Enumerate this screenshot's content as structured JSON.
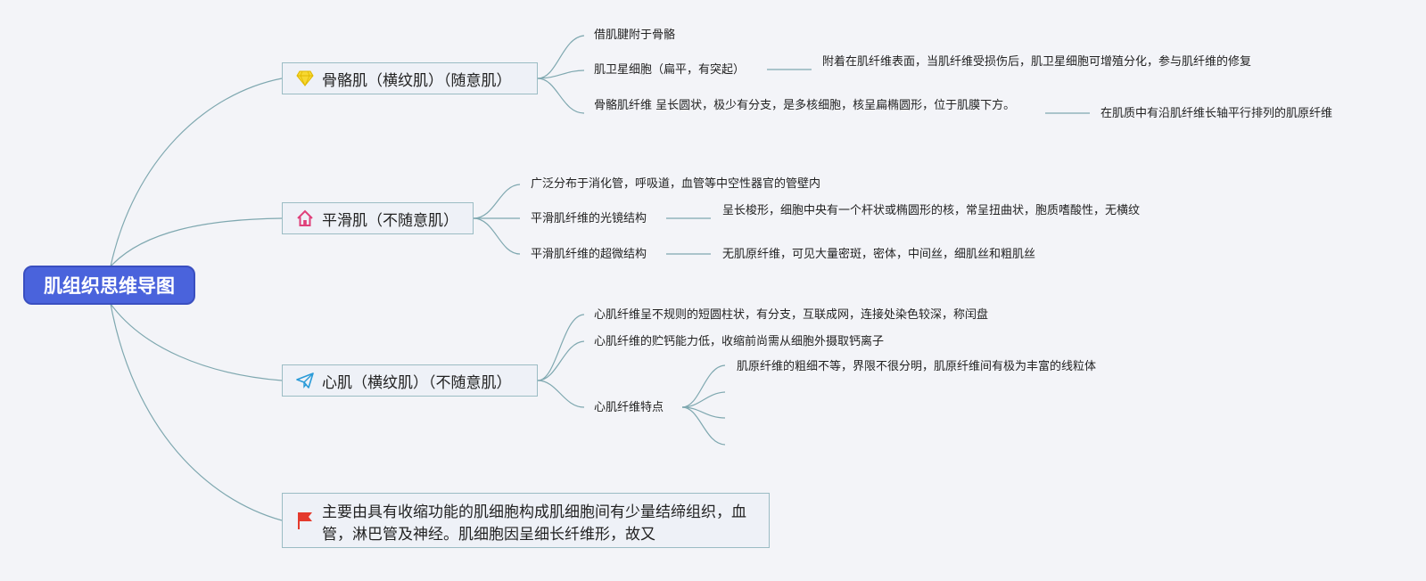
{
  "root": {
    "label": "肌组织思维导图"
  },
  "skeletal": {
    "label": "骨骼肌（横纹肌）（随意肌）",
    "icon": "diamond-icon",
    "children": [
      {
        "label": "借肌腱附于骨骼"
      },
      {
        "label": "肌卫星细胞（扁平，有突起）",
        "detail": "附着在肌纤维表面，当肌纤维受损伤后，肌卫星细胞可增殖分化，参与肌纤维的修复"
      },
      {
        "label": "骨骼肌纤维 呈长圆状，极少有分支，是多核细胞，核呈扁椭圆形，位于肌膜下方。",
        "detail": "在肌质中有沿肌纤维长轴平行排列的肌原纤维"
      }
    ]
  },
  "smooth": {
    "label": "平滑肌（不随意肌）",
    "icon": "house-icon",
    "children": [
      {
        "label": "广泛分布于消化管，呼吸道，血管等中空性器官的管壁内"
      },
      {
        "label": "平滑肌纤维的光镜结构",
        "detail": "呈长梭形，细胞中央有一个杆状或椭圆形的核，常呈扭曲状，胞质嗜酸性，无横纹"
      },
      {
        "label": "平滑肌纤维的超微结构",
        "detail": "无肌原纤维，可见大量密斑，密体，中间丝，细肌丝和粗肌丝"
      }
    ]
  },
  "cardiac": {
    "label": "心肌（横纹肌）（不随意肌）",
    "icon": "paper-plane-icon",
    "children": [
      {
        "label": "心肌纤维呈不规则的短圆柱状，有分支，互联成网，连接处染色较深，称闰盘"
      },
      {
        "label": "心肌纤维的贮钙能力低，收缩前尚需从细胞外摄取钙离子"
      },
      {
        "label": "心肌纤维特点",
        "details": [
          "肌原纤维的粗细不等，界限不很分明，肌原纤维间有极为丰富的线粒体"
        ]
      }
    ]
  },
  "summary": {
    "label": "主要由具有收缩功能的肌细胞构成肌细胞间有少量结缔组织，血管，淋巴管及神经。肌细胞因呈细长纤维形，故又",
    "icon": "flag-icon"
  },
  "colors": {
    "root": "#4a63dc",
    "edge": "#7fa8b0",
    "branch_border": "#9bbcc4",
    "branch_fill": "#eef1f7"
  }
}
